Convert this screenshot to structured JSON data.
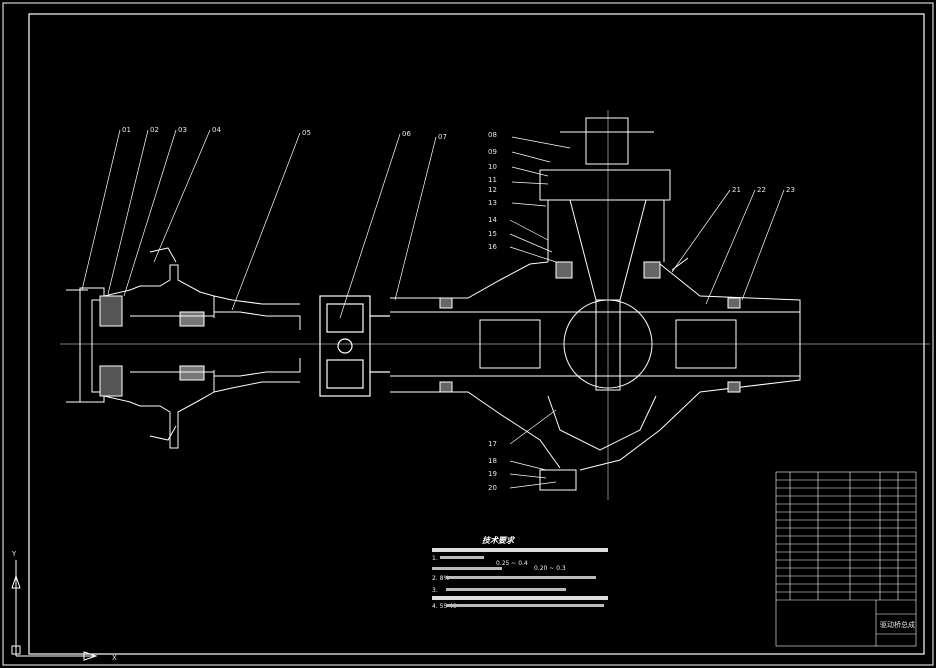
{
  "colors": {
    "background": "#000000",
    "line": "#ffffff",
    "hatch": "#bdbdbd"
  },
  "part_labels": [
    "01",
    "02",
    "03",
    "04",
    "05",
    "06",
    "07",
    "08",
    "09",
    "10",
    "11",
    "12",
    "13",
    "14",
    "15",
    "16",
    "17",
    "18",
    "19",
    "20",
    "21",
    "22",
    "23"
  ],
  "tech_notes": {
    "title": "技术要求",
    "lines": [
      "1.",
      "0.25 ~ 0.4",
      "0.20 ~ 0.3",
      "2. 8%",
      "3.",
      "4. 55 40"
    ]
  },
  "title_block": {
    "name": "驱动桥总成"
  },
  "ucs": {
    "y_label": "Y",
    "x_label": "X"
  }
}
